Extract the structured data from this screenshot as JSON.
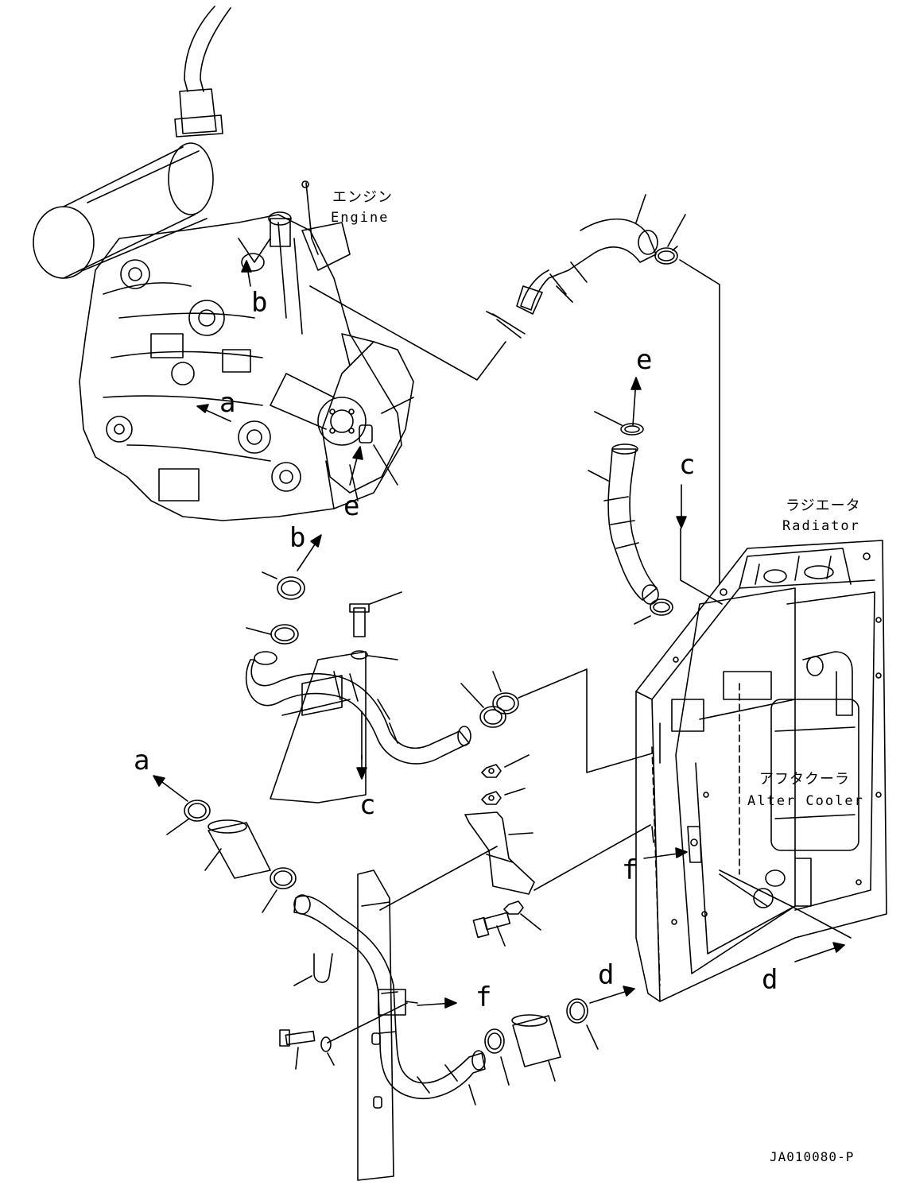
{
  "labels": {
    "engine_jp": "エンジン",
    "engine_en": "Engine",
    "radiator_jp": "ラジエータ",
    "radiator_en": "Radiator",
    "aftercooler_jp": "アフタクーラ",
    "aftercooler_en": "Alter Cooler",
    "drawing_code": "JA010080-P"
  },
  "callouts": {
    "a_engine": "a",
    "a_hose": "a",
    "b_engine": "b",
    "b_hose": "b",
    "c_upper": "c",
    "c_lower": "c",
    "d_hose": "d",
    "d_radiator": "d",
    "e_upper": "e",
    "e_engine": "e",
    "f_radiator": "f",
    "f_hose": "f"
  },
  "colors": {
    "line": "#000000",
    "background": "#ffffff"
  }
}
